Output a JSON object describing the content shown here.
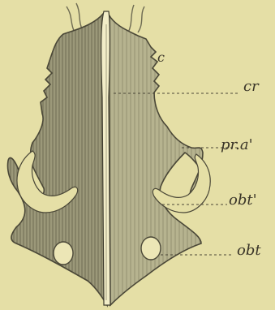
{
  "figure": {
    "subject": "illustration of a pelvic bone structure with labeled parts",
    "labels": {
      "c": "c",
      "cr": "cr",
      "pra": "pr.a'",
      "obt_prime": "obt'",
      "obt": "obt"
    }
  }
}
